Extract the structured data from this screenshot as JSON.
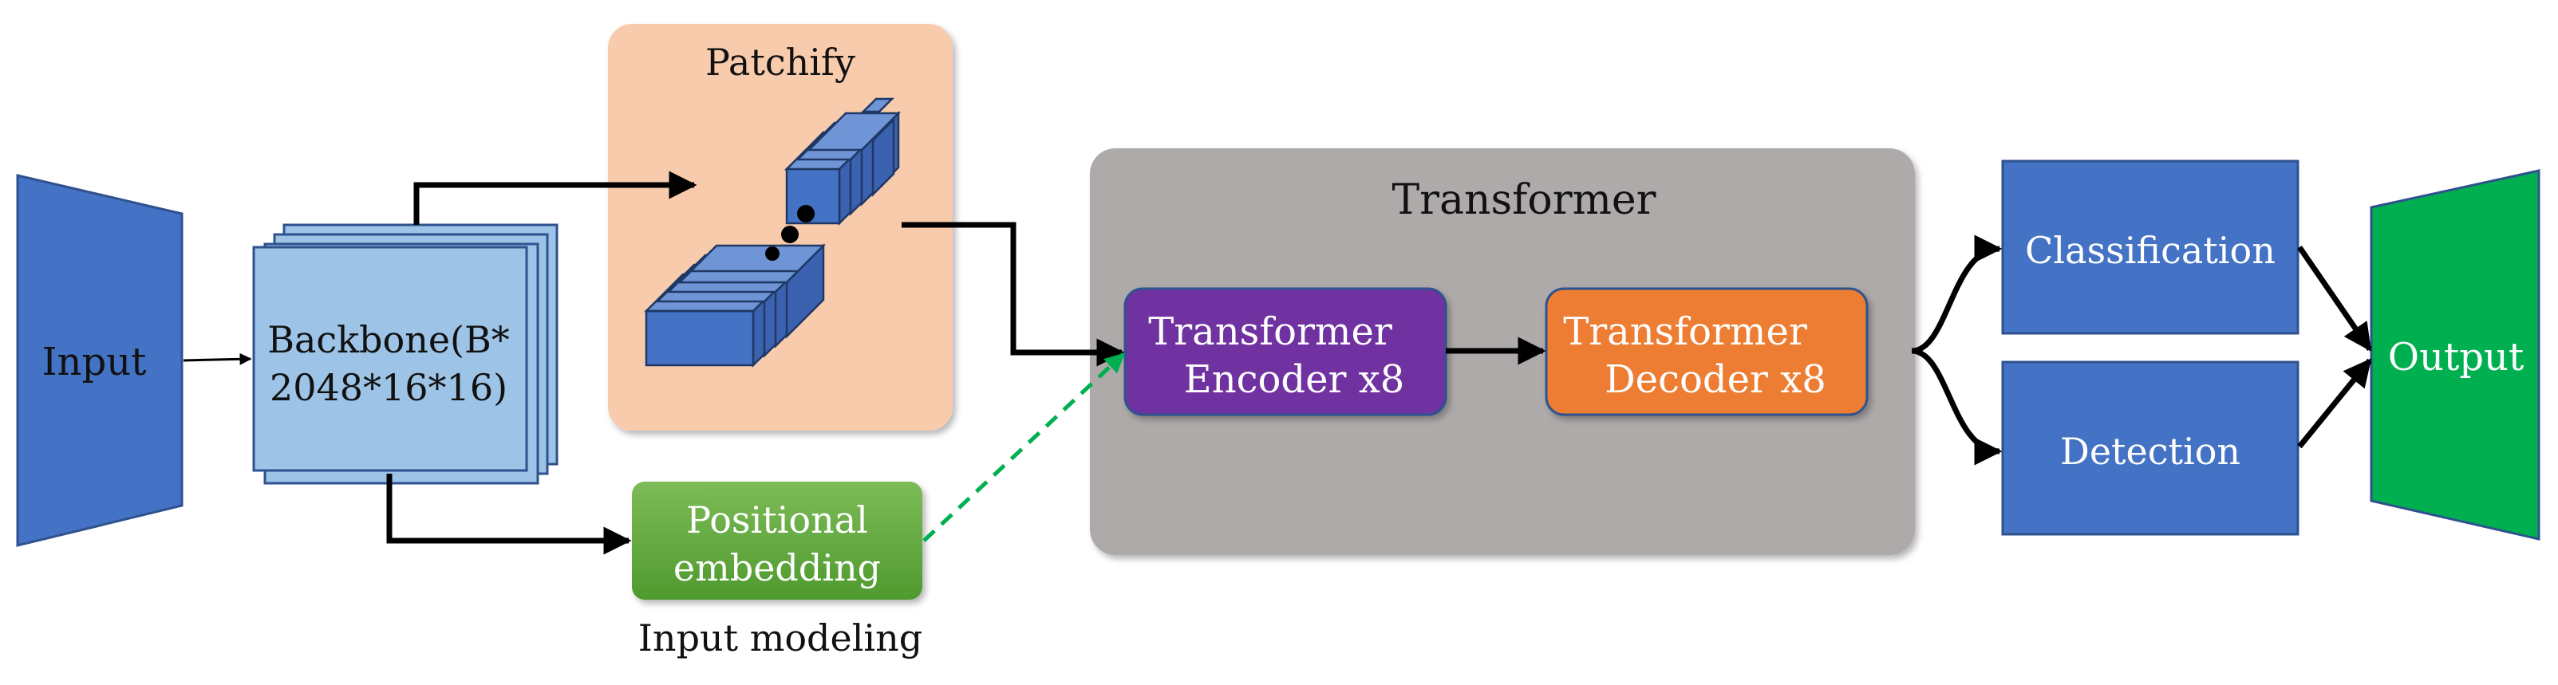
{
  "nodes": {
    "input": "Input",
    "backbone_line1": "Backbone(B*",
    "backbone_line2": "2048*16*16)",
    "patchify": "Patchify",
    "positional_line1": "Positional",
    "positional_line2": "embedding",
    "input_modeling": "Input modeling",
    "transformer_group": "Transformer",
    "encoder_line1": "Transformer",
    "encoder_line2": "Encoder x8",
    "decoder_line1": "Transformer",
    "decoder_line2": "Decoder x8",
    "classification": "Classification",
    "detection": "Detection",
    "output": "Output"
  },
  "colors": {
    "input": "#4472c4",
    "backbone": "#9dc3e6",
    "patchify_bg": "#f8cbad",
    "cube": "#4472c4",
    "positional": "#70ad47",
    "transformer_bg": "#aeaaaa",
    "encoder": "#7030a0",
    "decoder": "#ed7d31",
    "head": "#4472c4",
    "output": "#00b050",
    "dashed_link": "#00b050"
  }
}
